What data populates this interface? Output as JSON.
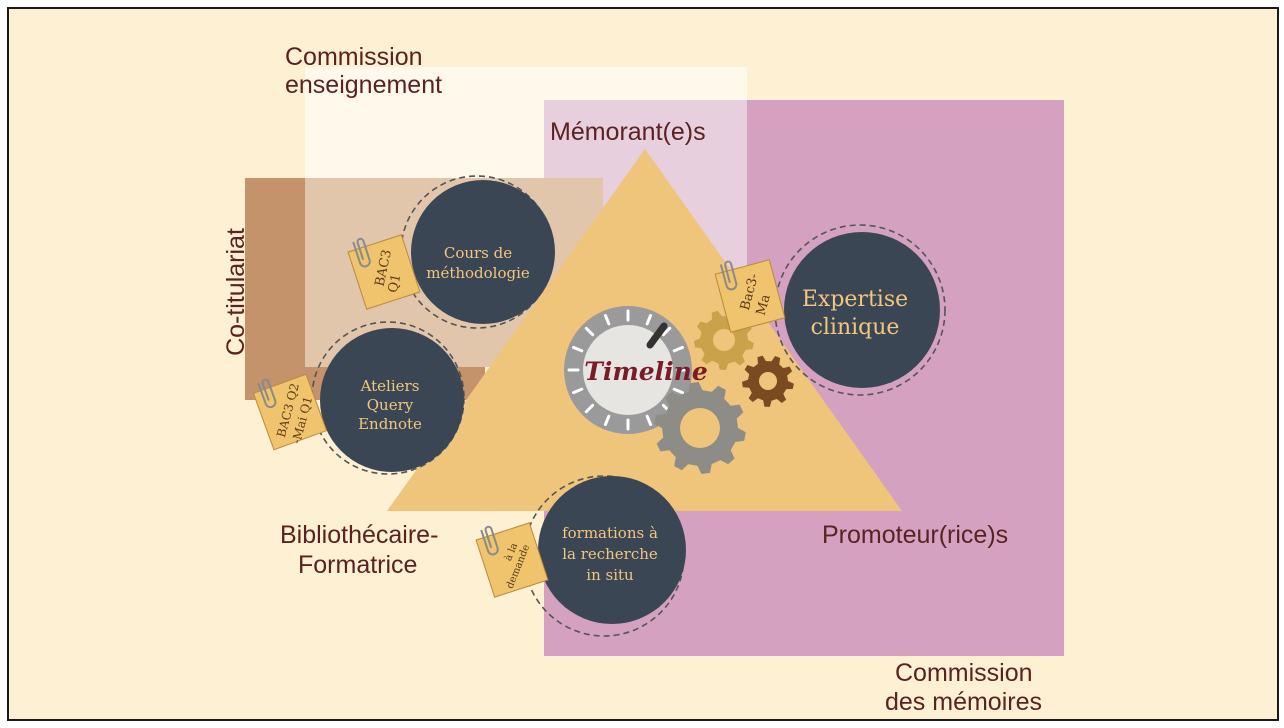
{
  "slide": {
    "background": "#fdf0d3",
    "border_color": "#1a1a1a"
  },
  "labels": {
    "commission_enseignement": [
      "Commission",
      "enseignement"
    ],
    "memorants": "Mémorant(e)s",
    "co_titulariat": "Co-titulariat",
    "bibliothecaire": [
      "Bibliothécaire-",
      "Formatrice"
    ],
    "promoteurs": "Promoteur(rice)s",
    "commission_memoires": [
      "Commission",
      "des mémoires"
    ]
  },
  "center": {
    "timeline_label": "Timeline"
  },
  "circles": {
    "cours": [
      "Cours de",
      "méthodologie"
    ],
    "ateliers": [
      "Ateliers",
      "Query",
      "Endnote"
    ],
    "expertise": [
      "Expertise",
      "clinique"
    ],
    "formations": [
      "formations à",
      "la recherche",
      "in situ"
    ]
  },
  "notes": {
    "bac3_q1": [
      "BAC3",
      "Q1"
    ],
    "bac3_q2": [
      "BAC3 Q2",
      "-Mai Q1"
    ],
    "bac3_ma": [
      "Bac3-",
      "Ma"
    ],
    "a_la_demande": [
      "à la",
      "demande"
    ]
  },
  "colors": {
    "commission_enseignement_fill": "#fffaee",
    "memoires_fill": "#d4a2c0",
    "memorants_overlap": "#e7cfde",
    "co_titulariat_fill": "#c4926b",
    "triangle_fill": "#efc47b",
    "circle_fill": "#3b4654",
    "circle_text": "#f1c67f",
    "label_text": "#5a2222",
    "timeline_text": "#7a1c28",
    "note_fill": "#f0c36d"
  }
}
